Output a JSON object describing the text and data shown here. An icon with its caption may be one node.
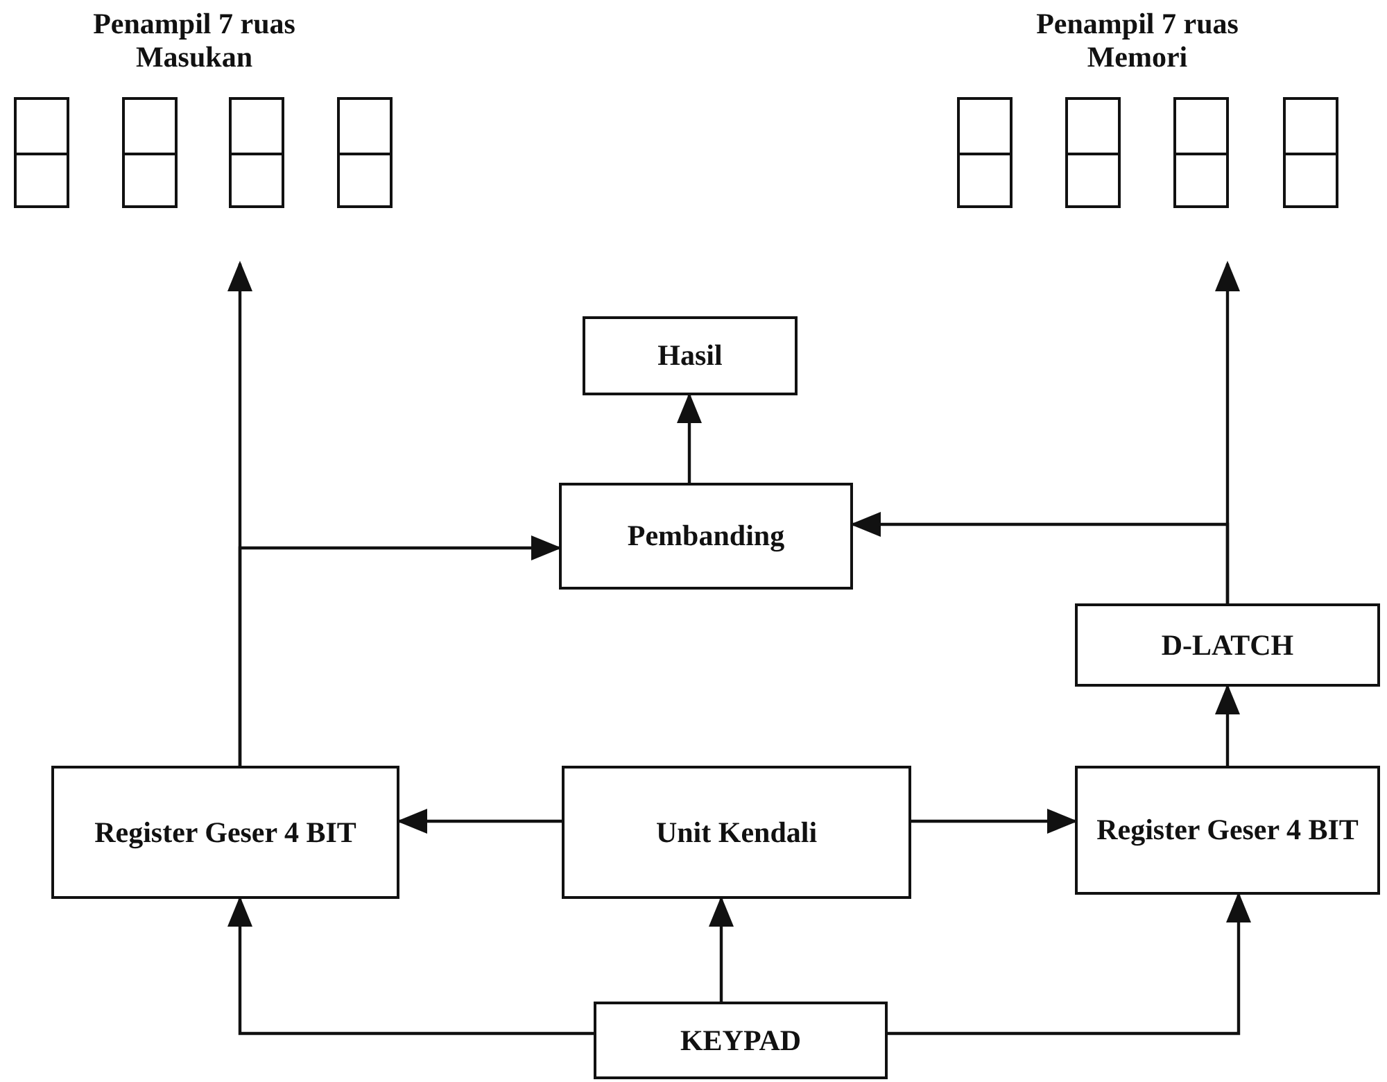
{
  "diagram": {
    "nodes": [
      {
        "text": [
          "Penampil 7 ruas Masukan"
        ]
      },
      {
        "text": [],
        "shape": "box",
        "in": 0
      },
      {
        "text": [],
        "shape": "box",
        "in": 0
      },
      {
        "text": [],
        "shape": "box",
        "in": 0
      },
      {
        "text": [],
        "shape": "box",
        "in": 0
      },
      {
        "text": [
          "Penampil 7 ruas Memori"
        ]
      },
      {
        "text": [],
        "shape": "box",
        "in": 5
      },
      {
        "text": [],
        "shape": "box",
        "in": 5
      },
      {
        "text": [],
        "shape": "box",
        "in": 5
      },
      {
        "text": [],
        "shape": "box",
        "in": 5
      },
      {
        "text": [
          "Hasil"
        ]
      },
      {
        "text": [
          "Pembanding"
        ]
      },
      {
        "text": [
          "D-LATCH"
        ]
      },
      {
        "text": [
          "Register Geser 4 BIT"
        ]
      },
      {
        "text": [
          "Unit Kendali"
        ]
      },
      {
        "text": [
          "Register Geser 4 BIT"
        ]
      },
      {
        "text": [
          "KEYPAD"
        ]
      }
    ],
    "edges": [
      {
        "from": 13,
        "to": 0,
        "arrow": "to"
      },
      {
        "from": 13,
        "to": 11,
        "arrow": "to"
      },
      {
        "from": 11,
        "to": 10,
        "arrow": "to"
      },
      {
        "from": 12,
        "to": 5,
        "arrow": "to"
      },
      {
        "from": 12,
        "to": 11,
        "arrow": "to"
      },
      {
        "from": 15,
        "to": 12,
        "arrow": "to"
      },
      {
        "from": 14,
        "to": 13,
        "arrow": "to"
      },
      {
        "from": 14,
        "to": 15,
        "arrow": "to"
      },
      {
        "from": 16,
        "to": 13,
        "arrow": "to"
      },
      {
        "from": 16,
        "to": 14,
        "arrow": "to"
      },
      {
        "from": 16,
        "to": 15,
        "arrow": "to"
      }
    ]
  }
}
